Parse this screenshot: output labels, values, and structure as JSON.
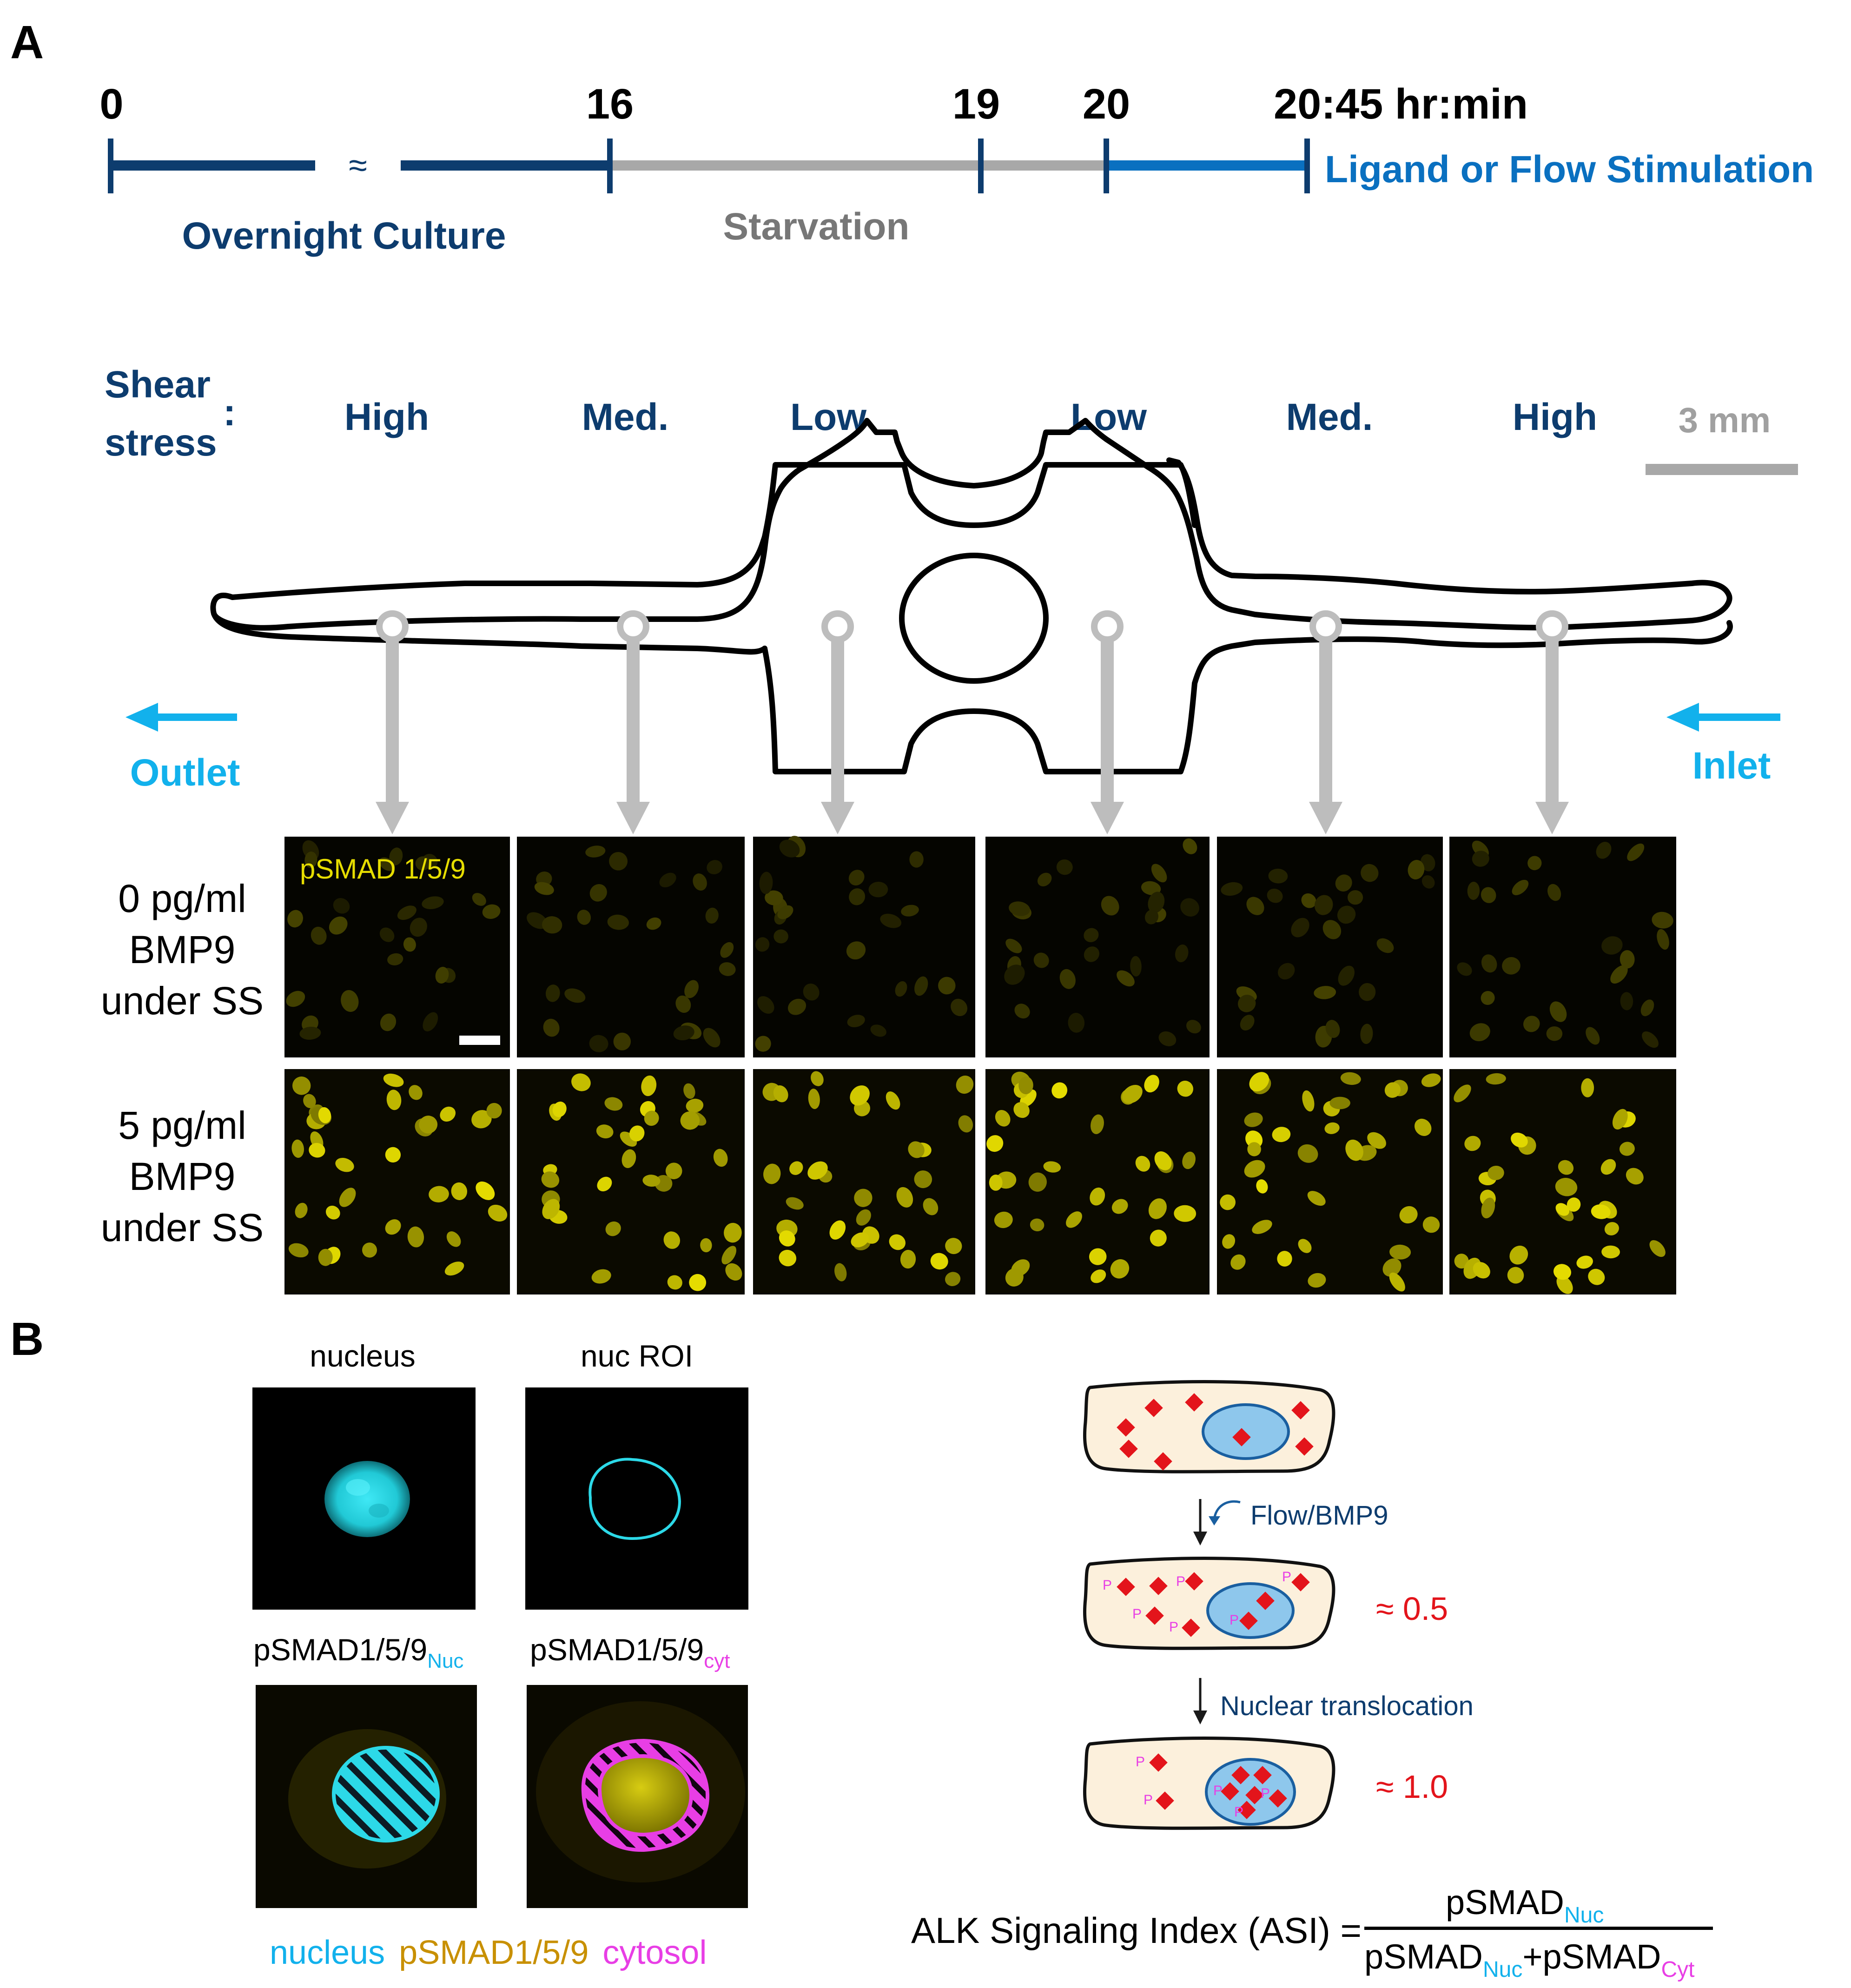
{
  "panel_labels": {
    "a": "A",
    "b": "B"
  },
  "timeline": {
    "ticks": [
      "0",
      "16",
      "19",
      "20",
      "20:45 hr:min"
    ],
    "break_mark": "≈",
    "phases": {
      "culture": "Overnight Culture",
      "starvation": "Starvation",
      "stimulation": "Ligand or Flow Stimulation"
    }
  },
  "shear": {
    "label_line1": "Shear",
    "label_line2": "stress",
    "colon": ":",
    "levels": [
      "High",
      "Med.",
      "Low",
      "Low",
      "Med.",
      "High"
    ],
    "scale_bar": "3 mm",
    "outlet": "Outlet",
    "inlet": "Inlet"
  },
  "micrographs": {
    "stain_label": "pSMAD 1/5/9",
    "rows": [
      [
        "0 pg/ml",
        "BMP9",
        "under SS"
      ],
      [
        "5 pg/ml",
        "BMP9",
        "under SS"
      ]
    ]
  },
  "panel_b": {
    "titles": {
      "nucleus": "nucleus",
      "nuc_roi": "nuc ROI",
      "psmad": "pSMAD1/5/9",
      "nuc_sub": "Nuc",
      "cyt_sub": "cyt"
    },
    "legend": {
      "nucleus": "nucleus",
      "psmad": "pSMAD1/5/9",
      "cytosol": "cytosol"
    },
    "steps": {
      "flow": "Flow/BMP9",
      "translocation": "Nuclear translocation"
    },
    "values": {
      "mid": "≈ 0.5",
      "high": "≈ 1.0"
    },
    "p_mark": "P",
    "formula": {
      "lhs": "ALK Signaling Index (ASI) =",
      "num": "pSMAD",
      "den_a": "pSMAD",
      "plus": "+pSMAD",
      "sub_nuc": "Nuc",
      "sub_cyt": "Cyt"
    }
  },
  "colors": {
    "navy": "#0d3c6e",
    "blue": "#0a70c0",
    "sky": "#12b1ec",
    "gray": "#a8a8a8",
    "label_gray": "#777777",
    "yellow": "#e6dd00",
    "cyan": "#2cd9e8",
    "magenta": "#e83ee5",
    "red": "#e3141b",
    "cell_fill": "#fcf0dc",
    "nucleus_fill": "#8ec7ec"
  }
}
